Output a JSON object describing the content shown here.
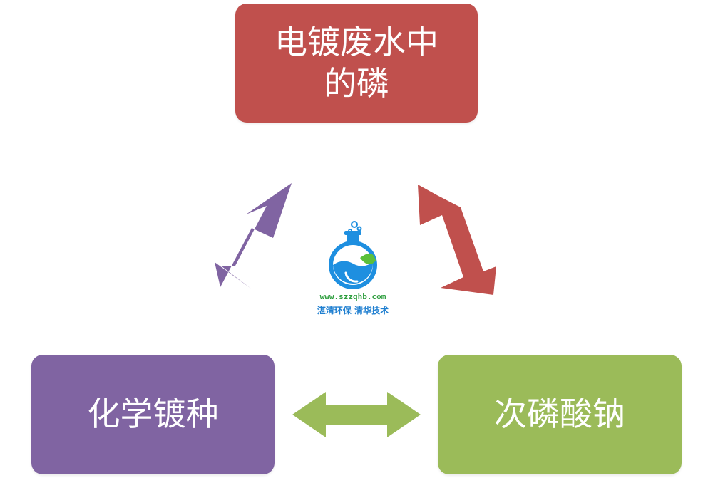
{
  "nodes": {
    "top": {
      "label": "电镀废水中\n的磷",
      "color": "#c0504d"
    },
    "left": {
      "label": "化学镀种",
      "color": "#8064a2"
    },
    "right": {
      "label": "次磷酸钠",
      "color": "#9bbb59"
    }
  },
  "arrows": {
    "left_diagonal": {
      "color": "#8064a2",
      "connects": [
        "化学镀种",
        "电镀废水中的磷"
      ]
    },
    "right_diagonal": {
      "color": "#c0504d",
      "connects": [
        "电镀废水中的磷",
        "次磷酸钠"
      ]
    },
    "bottom_horizontal": {
      "color": "#9bbb59",
      "connects": [
        "化学镀种",
        "次磷酸钠"
      ]
    }
  },
  "logo": {
    "url": "www.szzqhb.com",
    "slogan": "湛清环保 清华技术",
    "url_color": "#2e9e3e",
    "slogan_color": "#1f7fd0",
    "flask_color": "#1e8fe0",
    "leaf_color": "#5cbf3a"
  }
}
